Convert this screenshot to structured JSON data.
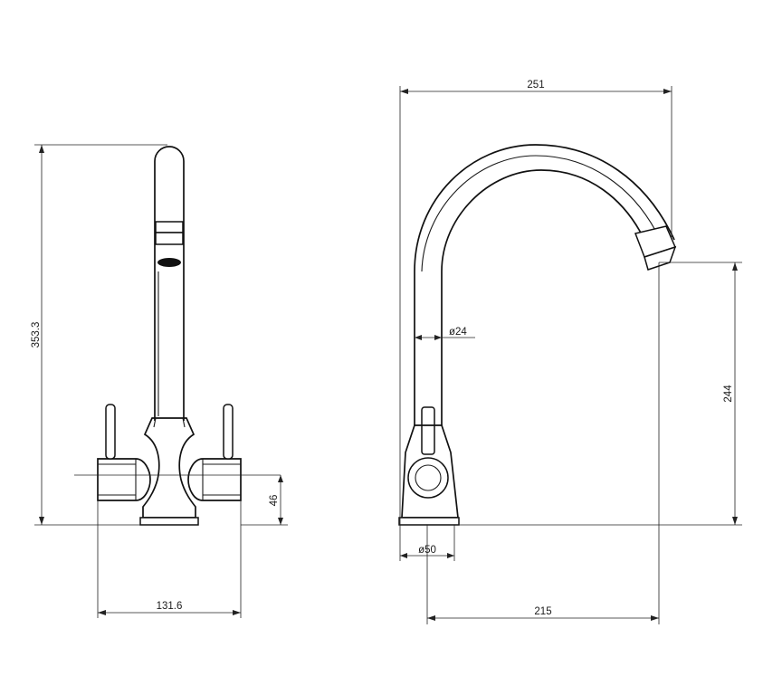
{
  "dimensions": {
    "overall_height": "353.3",
    "body_base_height": "46",
    "base_width": "131.6",
    "overall_reach_width": "251",
    "spout_diameter": "ø24",
    "spout_outlet_height": "244",
    "base_diameter": "ø50",
    "spout_reach": "215"
  }
}
